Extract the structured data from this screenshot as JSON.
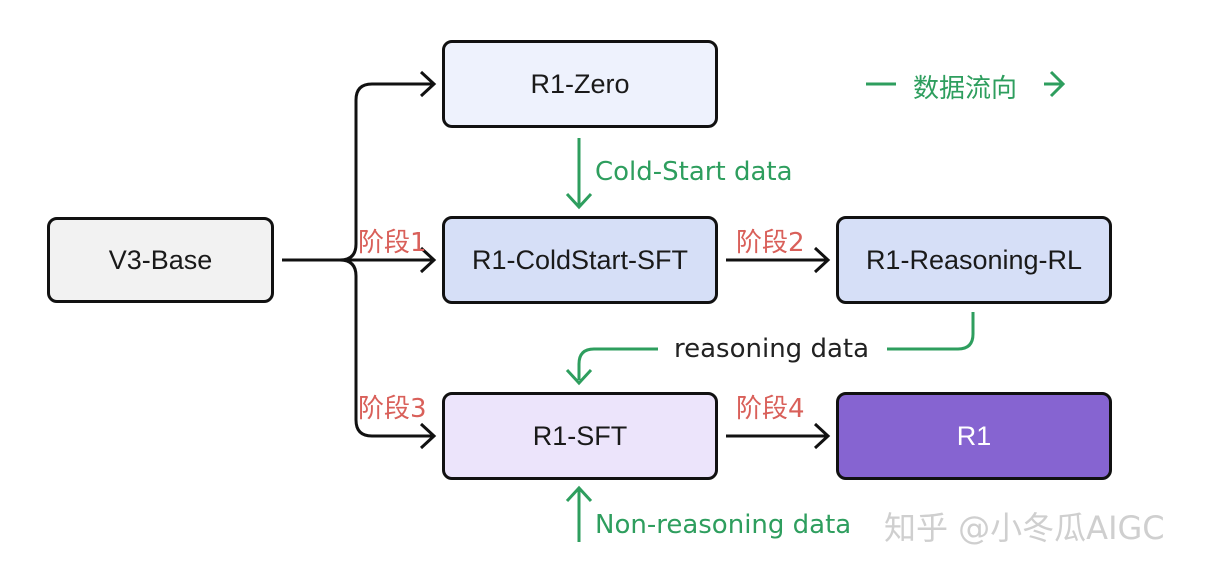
{
  "nodes": {
    "v3_base": {
      "label": "V3-Base",
      "fill": "#f2f2f2"
    },
    "r1_zero": {
      "label": "R1-Zero",
      "fill": "#eef2fd"
    },
    "r1_coldstart_sft": {
      "label": "R1-ColdStart-SFT",
      "fill": "#d6dff7"
    },
    "r1_reasoning_rl": {
      "label": "R1-Reasoning-RL",
      "fill": "#d6dff7"
    },
    "r1_sft": {
      "label": "R1-SFT",
      "fill": "#ece4fb"
    },
    "r1": {
      "label": "R1",
      "fill": "#8664d1"
    }
  },
  "stages": {
    "stage1": "阶段1",
    "stage2": "阶段2",
    "stage3": "阶段3",
    "stage4": "阶段4"
  },
  "data_labels": {
    "cold_start": "Cold-Start data",
    "reasoning": "reasoning data",
    "non_reasoning": "Non-reasoning data"
  },
  "legend": {
    "label": "数据流向"
  },
  "watermark": "知乎 @小冬瓜AIGC",
  "colors": {
    "flow_arrow": "#111111",
    "data_arrow": "#2e9e5e",
    "stage_text": "#d9605a",
    "r1_text": "#ffffff"
  }
}
